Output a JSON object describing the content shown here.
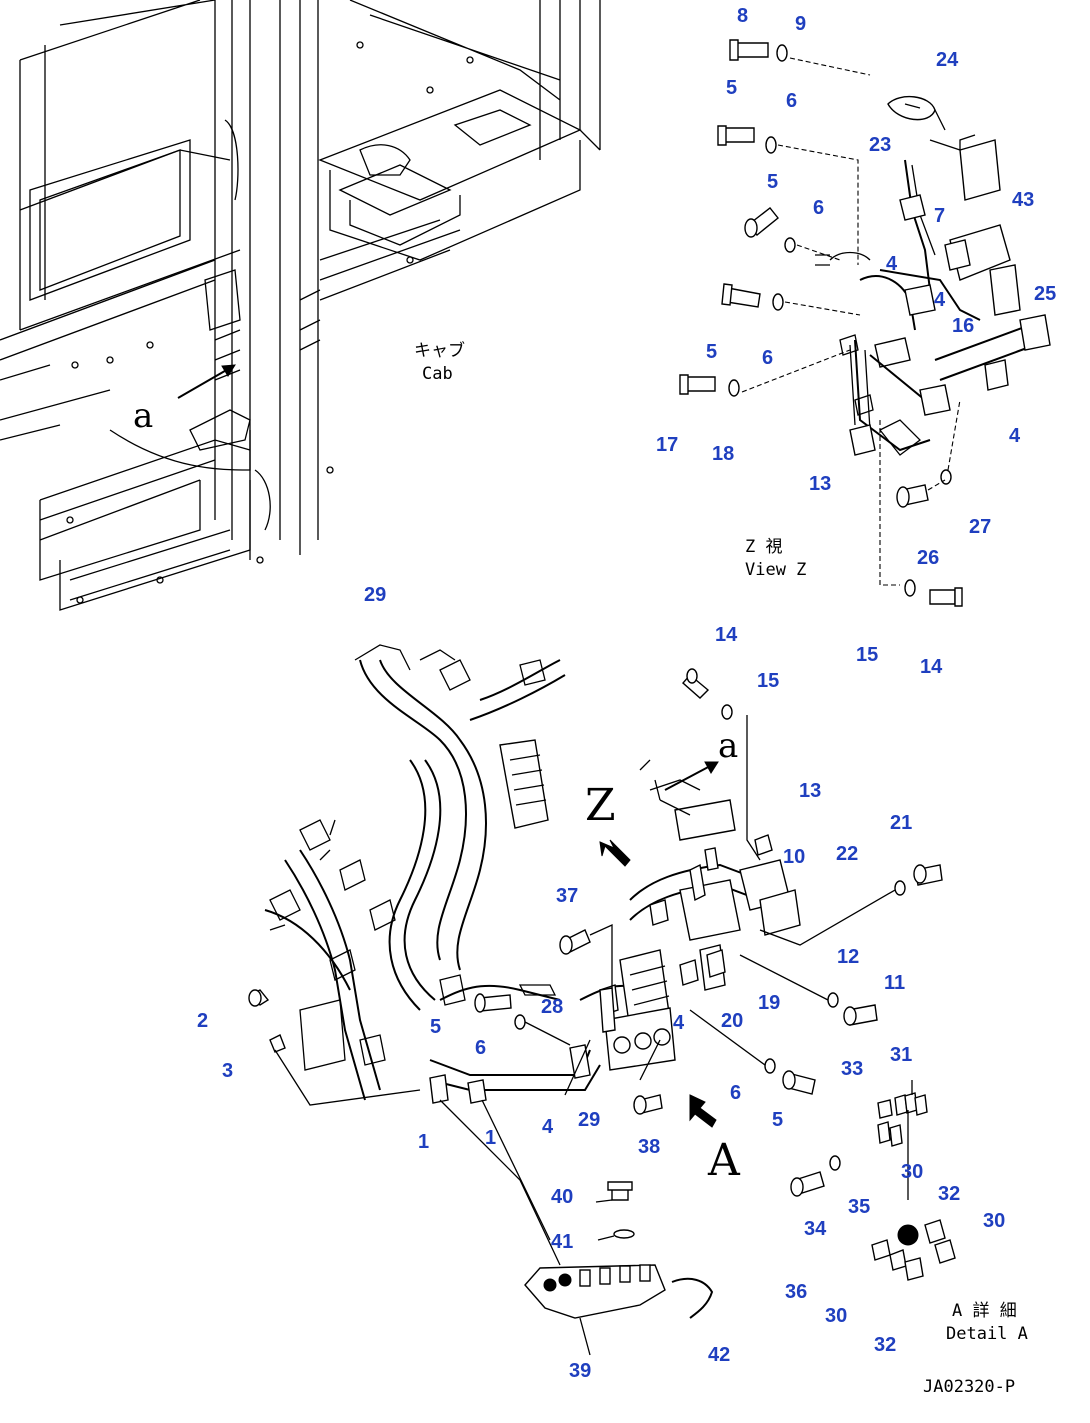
{
  "labels": {
    "cab_jp": "キャブ",
    "cab_en": "Cab",
    "view_z_jp": "Z 視",
    "view_z_en": "View Z",
    "detail_a_jp": "A 詳 細",
    "detail_a_en": "Detail A",
    "letter_a_lower_1": "a",
    "letter_a_lower_2": "a",
    "letter_z": "Z",
    "letter_a_upper": "A",
    "drawing_number": "JA02320-P"
  },
  "callouts": [
    {
      "id": "c8",
      "text": "8"
    },
    {
      "id": "c9",
      "text": "9"
    },
    {
      "id": "c24",
      "text": "24"
    },
    {
      "id": "c5a",
      "text": "5"
    },
    {
      "id": "c6a",
      "text": "6"
    },
    {
      "id": "c23",
      "text": "23"
    },
    {
      "id": "c5b",
      "text": "5"
    },
    {
      "id": "c6b",
      "text": "6"
    },
    {
      "id": "c7",
      "text": "7"
    },
    {
      "id": "c43",
      "text": "43"
    },
    {
      "id": "c4a",
      "text": "4"
    },
    {
      "id": "c4b",
      "text": "4"
    },
    {
      "id": "c25",
      "text": "25"
    },
    {
      "id": "c16",
      "text": "16"
    },
    {
      "id": "c5c",
      "text": "5"
    },
    {
      "id": "c6c",
      "text": "6"
    },
    {
      "id": "c17",
      "text": "17"
    },
    {
      "id": "c18",
      "text": "18"
    },
    {
      "id": "c4c",
      "text": "4"
    },
    {
      "id": "c13a",
      "text": "13"
    },
    {
      "id": "c27",
      "text": "27"
    },
    {
      "id": "c26",
      "text": "26"
    },
    {
      "id": "c15a",
      "text": "15"
    },
    {
      "id": "c14a",
      "text": "14"
    },
    {
      "id": "c29a",
      "text": "29"
    },
    {
      "id": "c14b",
      "text": "14"
    },
    {
      "id": "c15b",
      "text": "15"
    },
    {
      "id": "c13b",
      "text": "13"
    },
    {
      "id": "c10",
      "text": "10"
    },
    {
      "id": "c21",
      "text": "21"
    },
    {
      "id": "c22",
      "text": "22"
    },
    {
      "id": "c37",
      "text": "37"
    },
    {
      "id": "c12",
      "text": "12"
    },
    {
      "id": "c11",
      "text": "11"
    },
    {
      "id": "c19",
      "text": "19"
    },
    {
      "id": "c20",
      "text": "20"
    },
    {
      "id": "c28",
      "text": "28"
    },
    {
      "id": "c2",
      "text": "2"
    },
    {
      "id": "c5d",
      "text": "5"
    },
    {
      "id": "c4d",
      "text": "4"
    },
    {
      "id": "c6d",
      "text": "6"
    },
    {
      "id": "c3",
      "text": "3"
    },
    {
      "id": "c31",
      "text": "31"
    },
    {
      "id": "c33",
      "text": "33"
    },
    {
      "id": "c6e",
      "text": "6"
    },
    {
      "id": "c5e",
      "text": "5"
    },
    {
      "id": "c4e",
      "text": "4"
    },
    {
      "id": "c29b",
      "text": "29"
    },
    {
      "id": "c1a",
      "text": "1"
    },
    {
      "id": "c1b",
      "text": "1"
    },
    {
      "id": "c38",
      "text": "38"
    },
    {
      "id": "c30a",
      "text": "30"
    },
    {
      "id": "c35",
      "text": "35"
    },
    {
      "id": "c32a",
      "text": "32"
    },
    {
      "id": "c30b",
      "text": "30"
    },
    {
      "id": "c34",
      "text": "34"
    },
    {
      "id": "c40",
      "text": "40"
    },
    {
      "id": "c41",
      "text": "41"
    },
    {
      "id": "c36",
      "text": "36"
    },
    {
      "id": "c30c",
      "text": "30"
    },
    {
      "id": "c32b",
      "text": "32"
    },
    {
      "id": "c39",
      "text": "39"
    },
    {
      "id": "c42",
      "text": "42"
    }
  ]
}
